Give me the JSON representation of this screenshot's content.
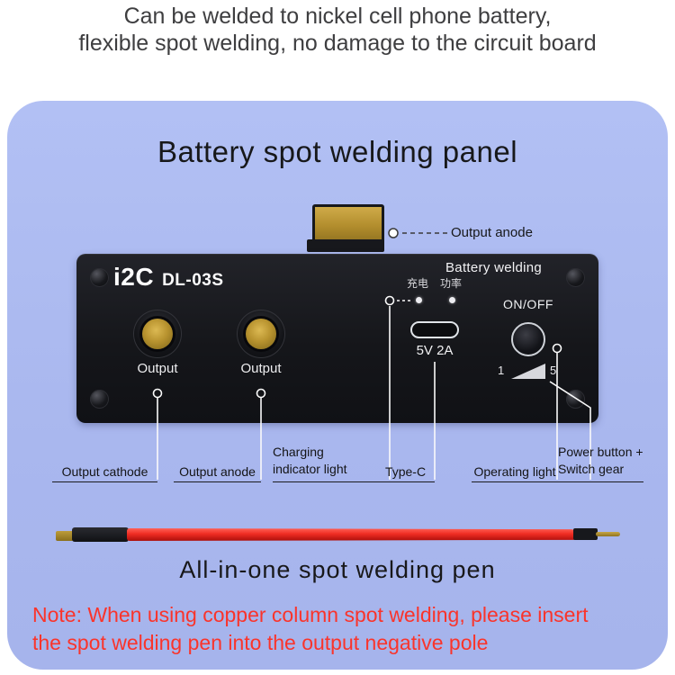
{
  "header": {
    "line1": "Can be welded to nickel cell phone battery,",
    "line2": "flexible spot welding, no damage to the circuit board"
  },
  "card": {
    "title": "Battery spot welding panel",
    "top_callout_label": "Output anode",
    "device": {
      "brand": "i2C",
      "model": "DL-03S",
      "panel_heading": "Battery welding",
      "left_output_label": "Output",
      "right_output_label": "Output",
      "charge_indicator_label": "充电",
      "power_indicator_label": "功率",
      "usb_output_label": "5V 2A",
      "onoff_label": "ON/OFF",
      "gear_min": "1",
      "gear_max": "5"
    },
    "callouts": [
      {
        "line1": "Output cathode",
        "line2": ""
      },
      {
        "line1": "Output anode",
        "line2": ""
      },
      {
        "line1": "Charging",
        "line2": "indicator light"
      },
      {
        "line1": "Type-C",
        "line2": ""
      },
      {
        "line1": "Operating light",
        "line2": ""
      },
      {
        "line1": "Power button +",
        "line2": "Switch gear"
      }
    ],
    "pen_caption": "All-in-one spot welding pen",
    "note": {
      "line1": "Note: When using copper column spot welding, please insert",
      "line2": "the spot welding pen into the output negative pole"
    }
  },
  "colors": {
    "card_bg": "#aab8f0",
    "panel_bg": "#16171b",
    "gold": "#b8952f",
    "note_red": "#fa342b",
    "callout_line": "#ffffff"
  }
}
